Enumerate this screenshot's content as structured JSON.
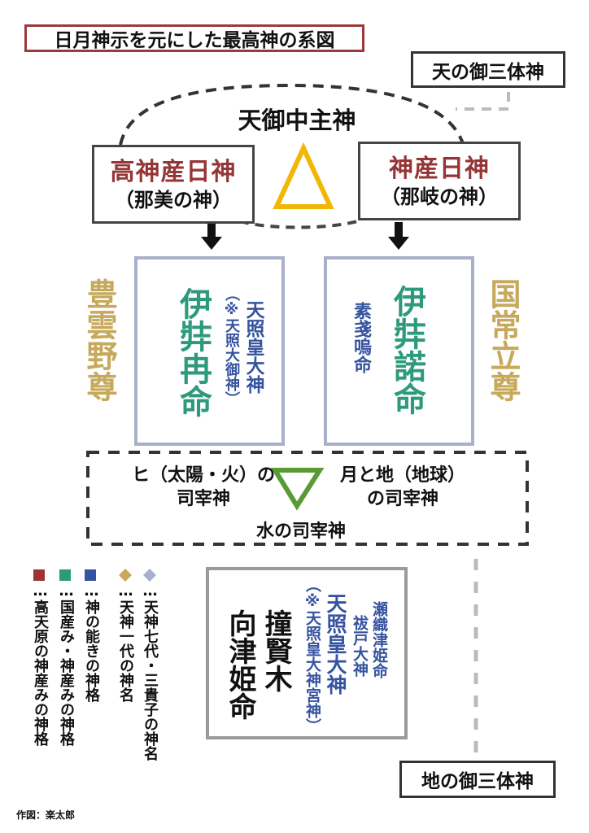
{
  "title": "日月神示を元にした最高神の系図",
  "heaven_trinity_label": "天の御三体神",
  "earth_trinity_label": "地の御三体神",
  "supreme_god": "天御中主神",
  "left_god": {
    "name": "高神産日神",
    "alias": "（那美の神）"
  },
  "right_god": {
    "name": "神産日神",
    "alias": "（那岐の神）"
  },
  "left_pair": {
    "outer_name": "豊雲野尊",
    "main_name": "伊弉冉命",
    "sub_name": "天照皇大神",
    "sub_note": "（※天照大御神）"
  },
  "right_pair": {
    "outer_name": "国常立尊",
    "main_name": "伊弉諾命",
    "sub_name": "素戔嗚命"
  },
  "governors": {
    "sun_fire": [
      "ヒ（太陽・火）の",
      "司宰神"
    ],
    "moon_earth": [
      "月と地（地球）",
      "の司宰神"
    ],
    "water": "水の司宰神"
  },
  "bottom_box": {
    "main_names": [
      "撞賢木",
      "向津姫命"
    ],
    "sub_name": "天照皇大神",
    "sub_note": "（※天照皇大神宮神）",
    "extra_names": [
      "祓戸大神",
      "瀬織津姫命"
    ]
  },
  "legend": [
    {
      "shape": "square",
      "color": "#9b3535",
      "label": "…高天原の神産みの神格"
    },
    {
      "shape": "square",
      "color": "#2e9a7c",
      "label": "…国産み・神産みの神格"
    },
    {
      "shape": "square",
      "color": "#3553a0",
      "label": "…神の能きの神格"
    },
    {
      "shape": "diamond",
      "color": "#c6a95c",
      "label": "…天神一代の神名"
    },
    {
      "shape": "diamond",
      "color": "#a8b0ca",
      "label": "…天神七代・三貴子の神名"
    }
  ],
  "credit": "作図：楽太郎",
  "colors": {
    "upper_triangle": "#f2b705",
    "lower_triangle": "#5a9a34"
  }
}
